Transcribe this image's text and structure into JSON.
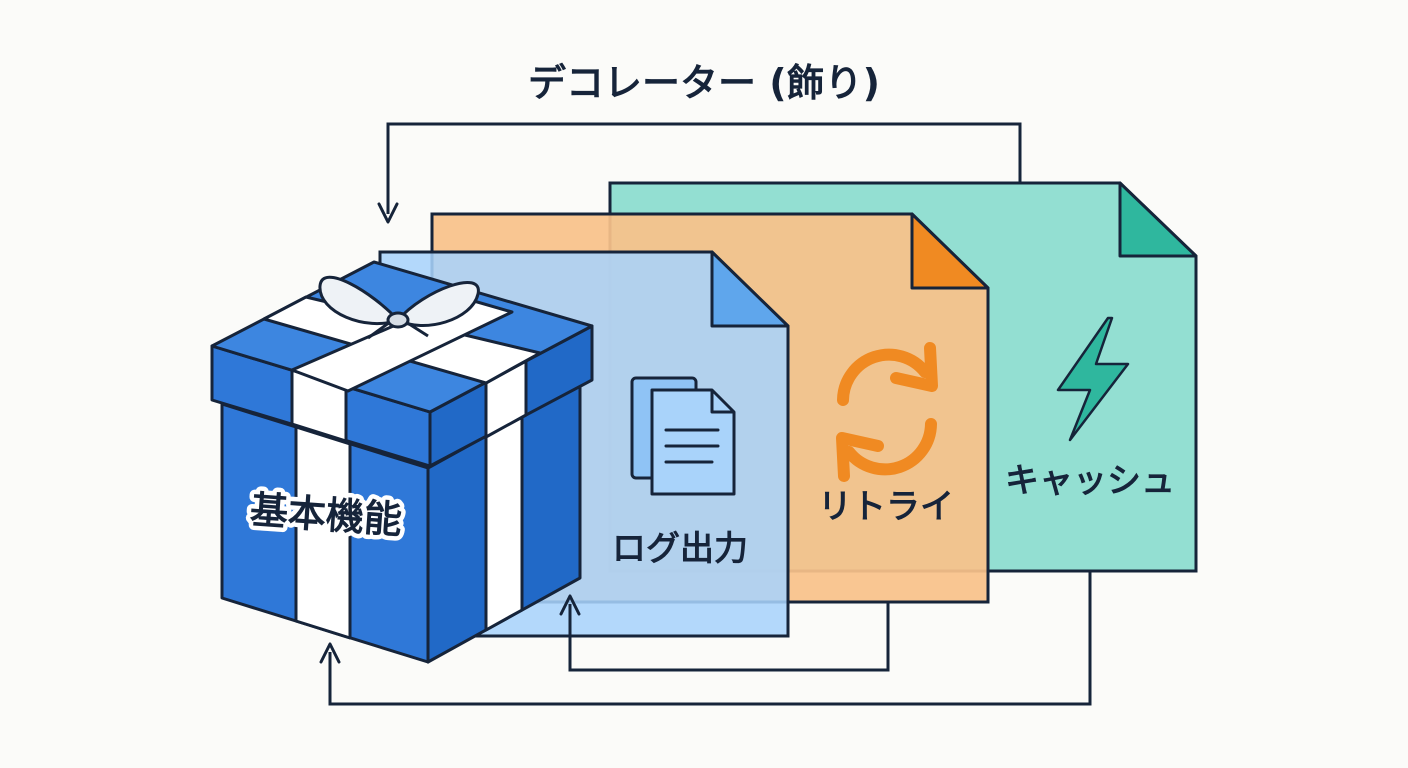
{
  "title": "デコレーター (飾り)",
  "core": {
    "label": "基本機能",
    "icon": "gift-box-icon"
  },
  "layers": [
    {
      "label": "ログ出力",
      "icon": "documents-icon",
      "color": "#a9d3fa"
    },
    {
      "label": "リトライ",
      "icon": "refresh-arrows-icon",
      "color": "#f9c28a"
    },
    {
      "label": "キャッシュ",
      "icon": "lightning-icon",
      "color": "#93dfd2"
    }
  ],
  "colors": {
    "outline": "#16243a",
    "box_blue": "#2f78d8",
    "log_blue": "#a9d3fa",
    "retry_orange": "#f9c28a",
    "cache_teal": "#93dfd2",
    "retry_icon": "#f08a22",
    "cache_icon": "#2fb79e"
  }
}
